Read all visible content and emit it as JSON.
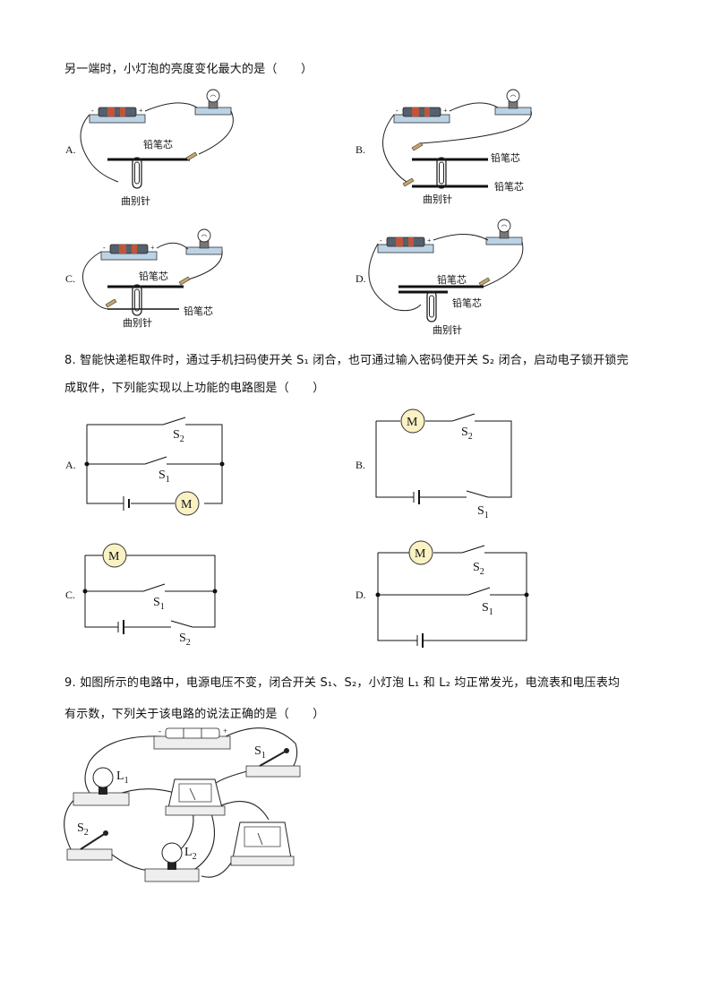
{
  "q7": {
    "stem_tail": "另一端时，小灯泡的亮度变化最大的是（　　）",
    "options": [
      {
        "letter": "A.",
        "labels": [
          "铅笔芯",
          "曲别针"
        ]
      },
      {
        "letter": "B.",
        "labels": [
          "铅笔芯",
          "铅笔芯",
          "曲别针"
        ]
      },
      {
        "letter": "C.",
        "labels": [
          "铅笔芯",
          "铅笔芯",
          "曲别针"
        ]
      },
      {
        "letter": "D.",
        "labels": [
          "铅笔芯",
          "铅笔芯",
          "曲别针"
        ]
      }
    ]
  },
  "q8": {
    "line1": "8. 智能快递柜取件时，通过手机扫码使开关 S₁ 闭合，也可通过输入密码使开关 S₂ 闭合，启动电子锁开锁完",
    "line2": "成取件，下列能实现以上功能的电路图是（　　）",
    "options": [
      "A.",
      "B.",
      "C.",
      "D."
    ],
    "motor": "M",
    "switch_letter": "S",
    "sub1": "1",
    "sub2": "2"
  },
  "q9": {
    "line1": "9. 如图所示的电路中，电源电压不变，闭合开关 S₁、S₂，小灯泡 L₁ 和 L₂ 均正常发光，电流表和电压表均",
    "line2": "有示数，下列关于该电路的说法正确的是（　　）",
    "labels": {
      "l1": "L",
      "l2": "L",
      "s1": "S",
      "s2": "S",
      "sub1": "1",
      "sub2": "2",
      "minus": "-",
      "plus": "+"
    }
  }
}
